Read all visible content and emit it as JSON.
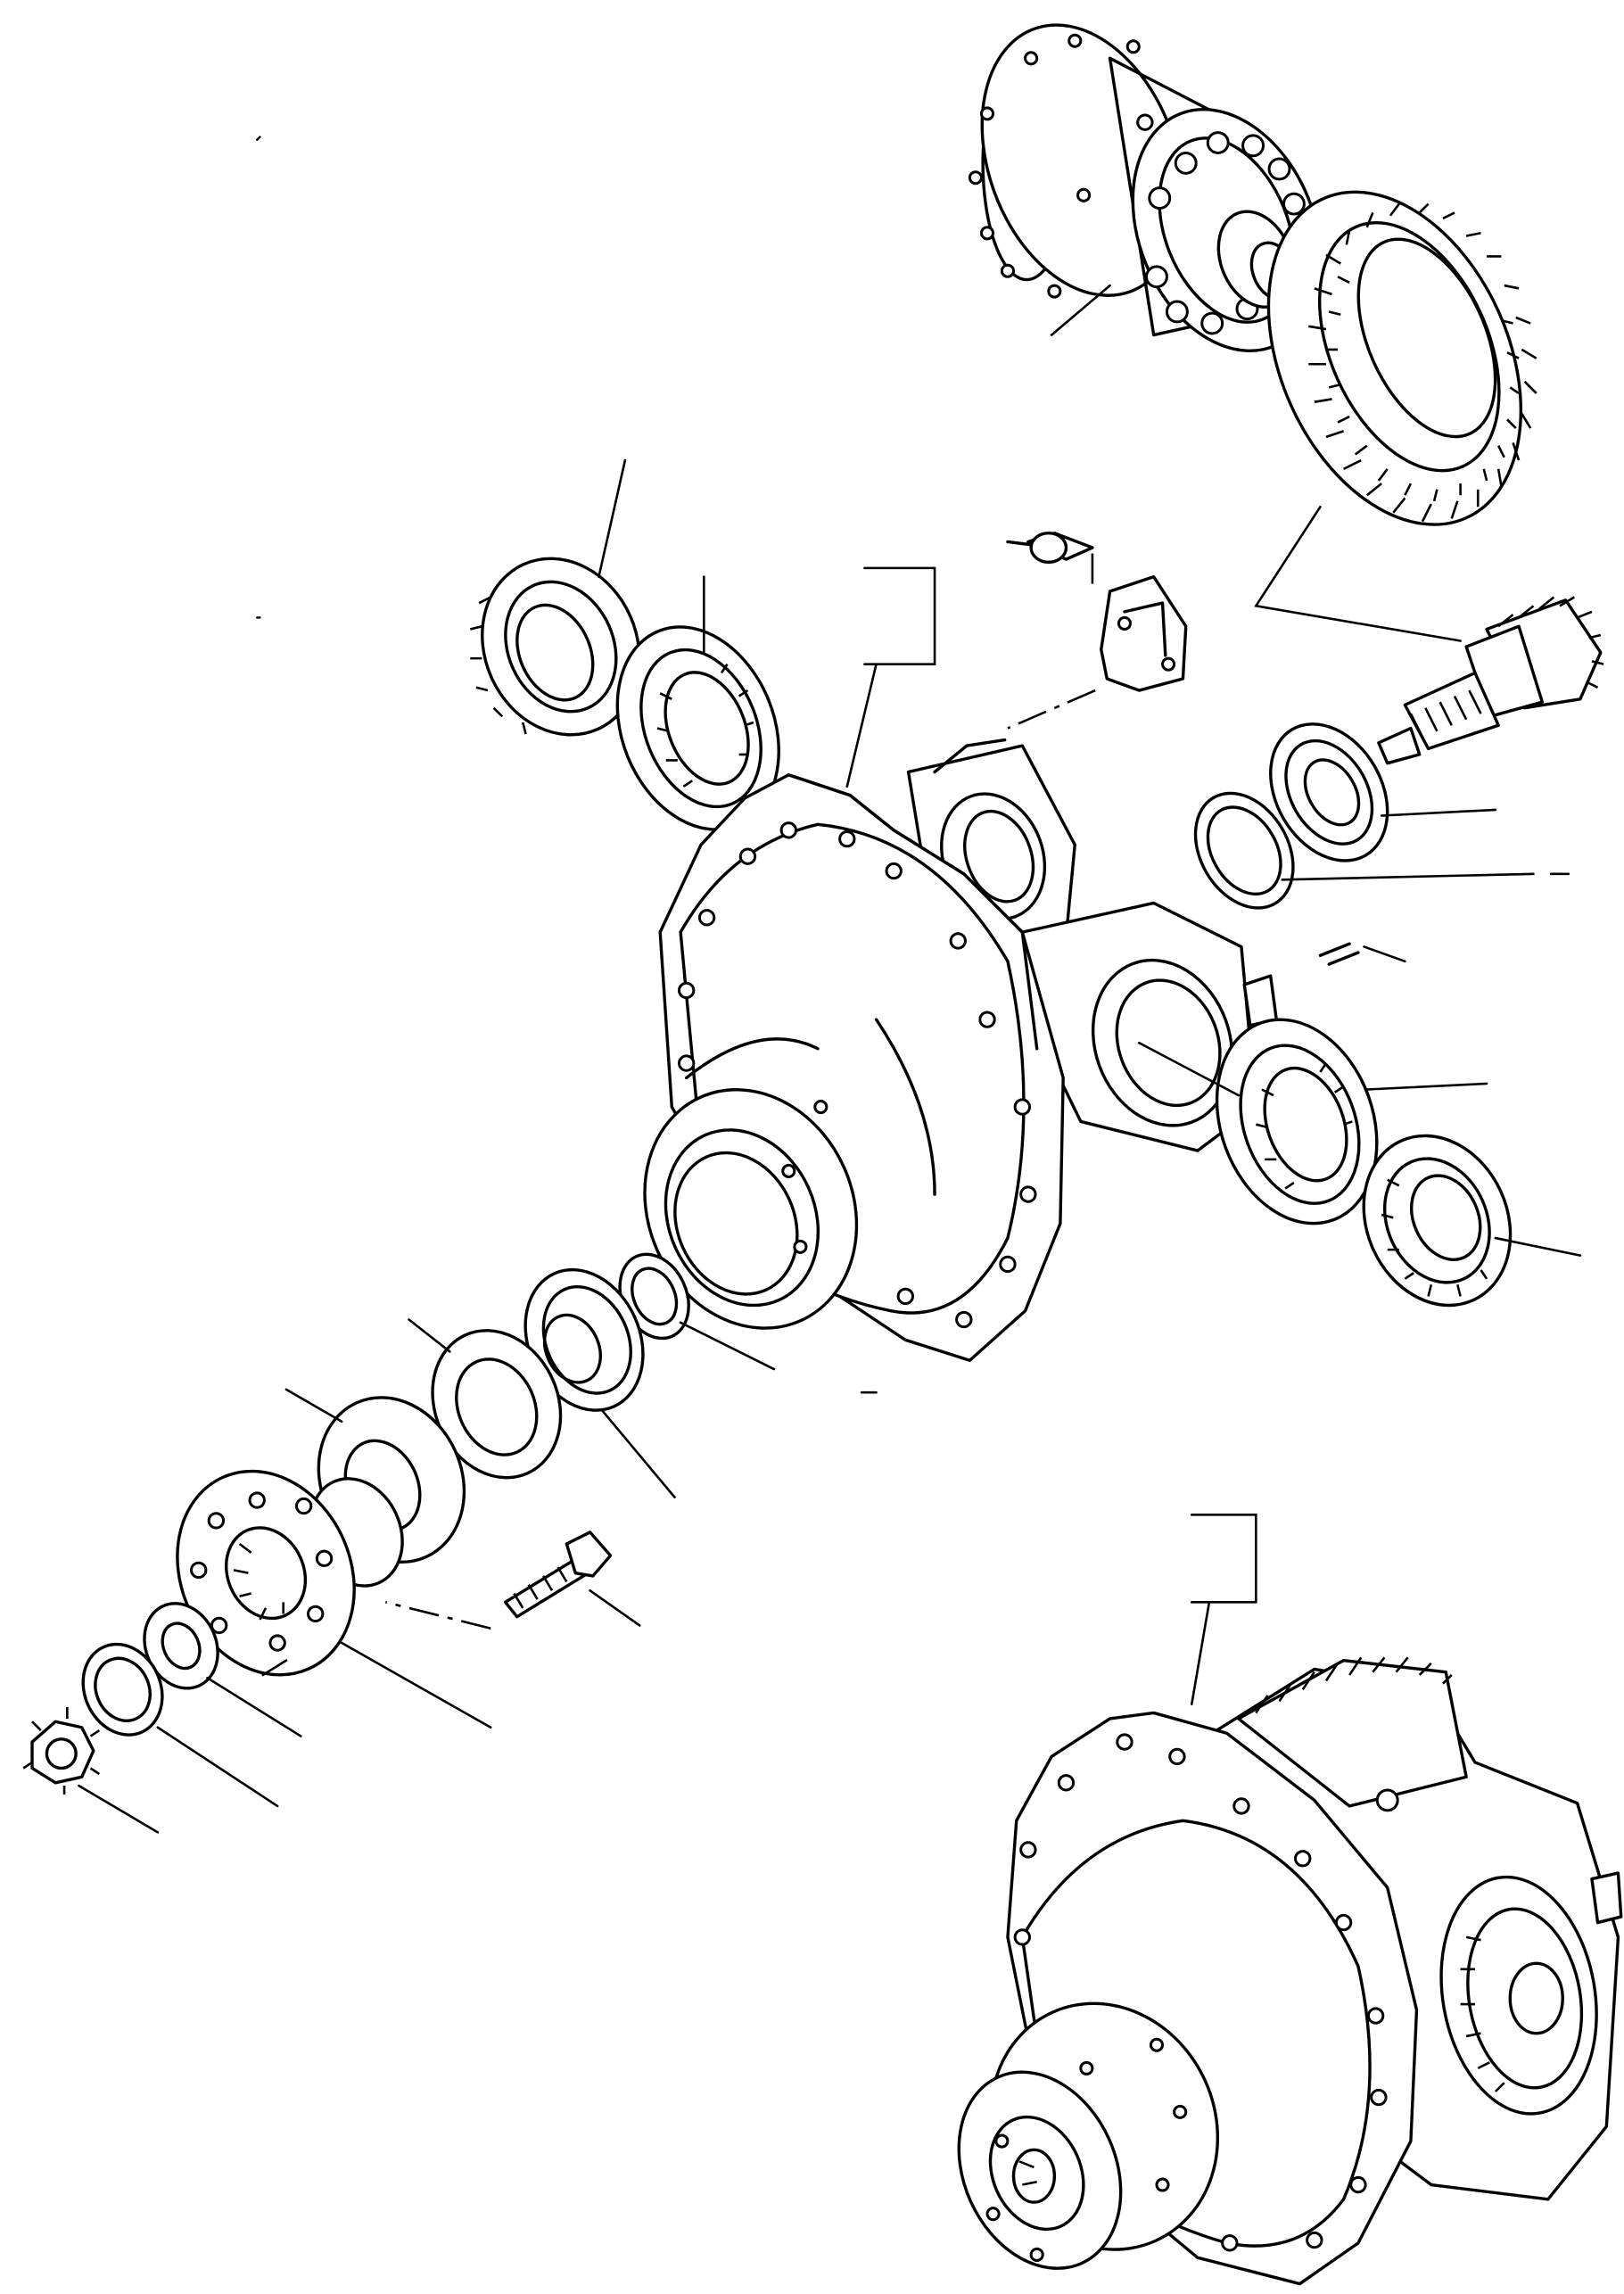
{
  "drawing": {
    "kind": "exploded-parts-diagram",
    "assemblies": [
      "differential-carrier-casing",
      "differential-cage-with-ring-gear",
      "pinion-shaft",
      "assembled-differential-unit"
    ],
    "callout_labels": []
  },
  "colors": {
    "ink": "#000000",
    "paper": "#ffffff"
  }
}
